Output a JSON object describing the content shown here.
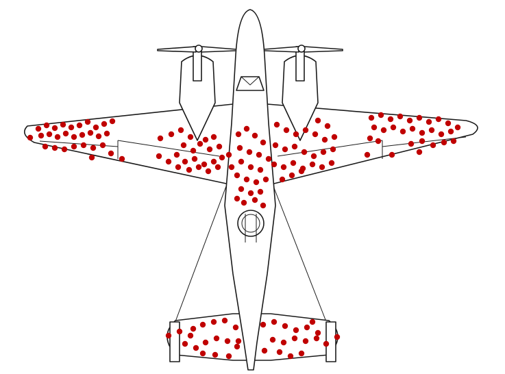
{
  "diagram": {
    "subject": "aircraft-top-view",
    "marker_color": "#c00000",
    "line_color": "#1a1a1a",
    "background": "#ffffff",
    "marked_regions": [
      "wings",
      "fuselage-center",
      "tail"
    ]
  }
}
